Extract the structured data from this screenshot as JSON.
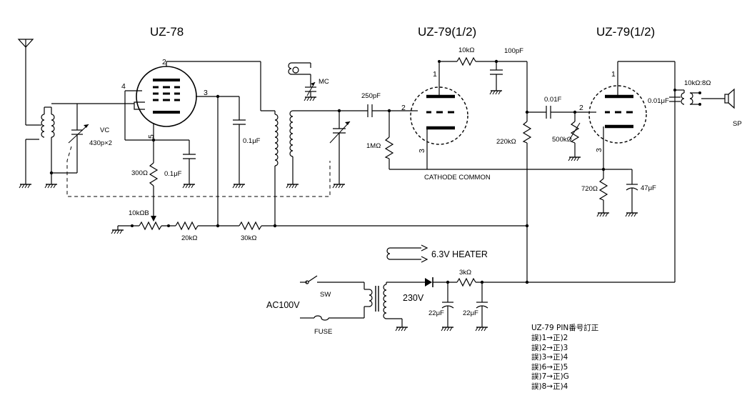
{
  "tubes": {
    "v1": {
      "name": "UZ-78",
      "pins": {
        "p4": "4",
        "p2": "2",
        "p3": "3",
        "p5": "5"
      }
    },
    "v2": {
      "name": "UZ-79(1/2)",
      "pins": {
        "p1": "1",
        "p2": "2",
        "p3": "3"
      }
    },
    "v3": {
      "name": "UZ-79(1/2)",
      "pins": {
        "p1": "1",
        "p2": "2",
        "p3": "3"
      }
    }
  },
  "components": {
    "vc": "VC",
    "vc_value": "430p×2",
    "mc": "MC",
    "c_250p": "250pF",
    "r_1meg": "1MΩ",
    "r_10k_plate": "10kΩ",
    "c_100p": "100pF",
    "r_220k": "220kΩ",
    "c_001f": "0.01F",
    "r_500k": "500kΩ",
    "r_720": "720Ω",
    "c_47u": "47μF",
    "c_001uf": "0.01μF",
    "out_trans": "10kΩ:8Ω",
    "speaker": "SP",
    "c_01uf_a": "0.1μF",
    "c_01uf_b": "0.1μF",
    "r_300": "300Ω",
    "vr_10kb": "10kΩB",
    "r_20k": "20kΩ",
    "r_30k": "30kΩ",
    "cathode_common": "CATHODE  COMMON",
    "heater": "6.3V HEATER",
    "r_3k": "3kΩ",
    "c_22u_a": "22μF",
    "c_22u_b": "22μF",
    "v230": "230V",
    "ac100v": "AC100V",
    "sw": "SW",
    "fuse": "FUSE"
  },
  "note": {
    "title": "UZ-79 PIN番号訂正",
    "lines": [
      "誤)1→正)2",
      "誤)2→正)3",
      "誤)3→正)4",
      "誤)6→正)5",
      "誤)7→正)G",
      "誤)8→正)4"
    ]
  }
}
